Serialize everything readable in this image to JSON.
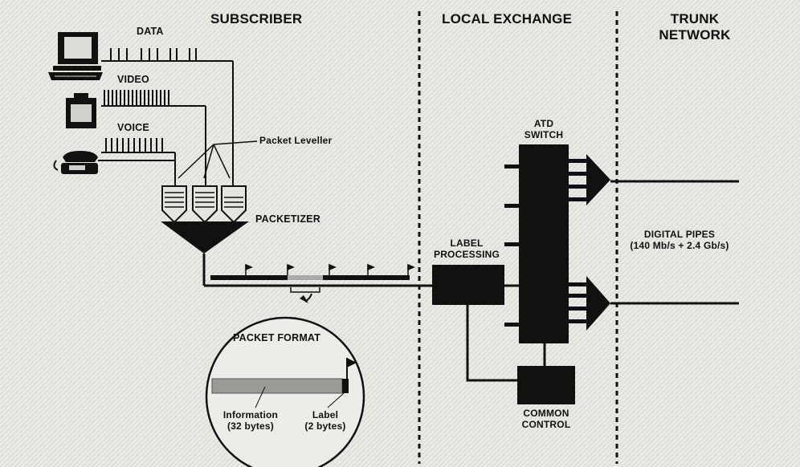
{
  "headers": {
    "subscriber": "SUBSCRIBER",
    "local_exchange": "LOCAL EXCHANGE",
    "trunk_line1": "TRUNK",
    "trunk_line2": "NETWORK"
  },
  "sources": {
    "data": "DATA",
    "video": "VIDEO",
    "voice": "VOICE"
  },
  "packet_leveller": "Packet Leveller",
  "packetizer": "PACKETIZER",
  "label_processing": {
    "line1": "LABEL",
    "line2": "PROCESSING"
  },
  "atd_switch": {
    "line1": "ATD",
    "line2": "SWITCH"
  },
  "common_control": {
    "line1": "COMMON",
    "line2": "CONTROL"
  },
  "digital_pipes": {
    "line1": "DIGITAL PIPES",
    "line2": "(140 Mb/s + 2.4 Gb/s)"
  },
  "packet_format": {
    "title": "PACKET FORMAT",
    "information_line1": "Information",
    "information_line2": "(32 bytes)",
    "label_line1": "Label",
    "label_line2": "(2 bytes)"
  },
  "colors": {
    "ink": "#111111",
    "paper": "#e9e9e6",
    "packet_info_fill": "#9a9a96"
  }
}
